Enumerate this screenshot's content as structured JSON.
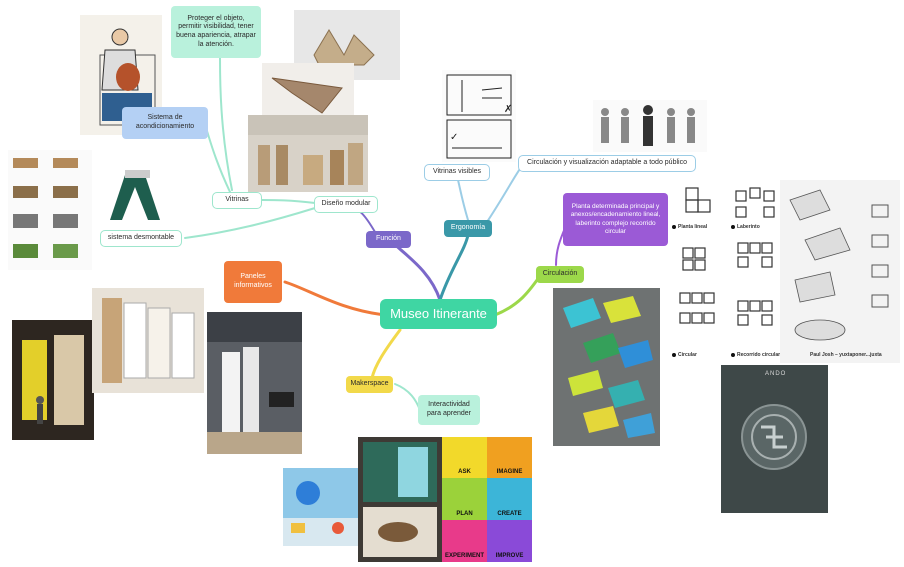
{
  "mindmap": {
    "central": "Museo Itinerante",
    "nodes": {
      "funcion": "Función",
      "diseno_modular": "Diseño modular",
      "vitrinas": "Vitrinas",
      "proteger": "Proteger el objeto, permitir visibilidad, tener buena apariencia, atrapar la atención.",
      "acondicionamiento": "Sistema de acondicionamiento",
      "desmontable": "sistema desmontable",
      "ergonomia": "Ergonomía",
      "vitrinas_visibles": "Vitrinas visibles",
      "circulacion_visual": "Circulación y visualización adaptable a todo público",
      "circulacion": "Circulación",
      "planta": "Planta determinada principal y anexos/encadenamiento lineal, laberinto complejo recorrido circular",
      "paneles": "Paneles informativos",
      "makerspace": "Makerspace",
      "interactividad": "Interactividad para aprender"
    }
  },
  "image_labels": {
    "ando_title": "ANDO",
    "makerspace_tiles": [
      "ASK",
      "IMAGINE",
      "PLAN",
      "CREATE",
      "EXPERIMENT",
      "IMPROVE"
    ],
    "plan_captions": [
      "Planta lineal",
      "Circular",
      "Laberinto",
      "Recorrido circular"
    ],
    "juxta_caption": "Paul Josh – yuxtaponer...juxta"
  },
  "colors": {
    "central": "#3fd6a3",
    "funcion": "#7b68c9",
    "ergonomia": "#3a98a8",
    "circulacion": "#9cd84a",
    "paneles": "#f07a3a",
    "makerspace": "#f2d94a",
    "planta": "#9b5ad6",
    "teal_light": "#9ee6cd"
  }
}
